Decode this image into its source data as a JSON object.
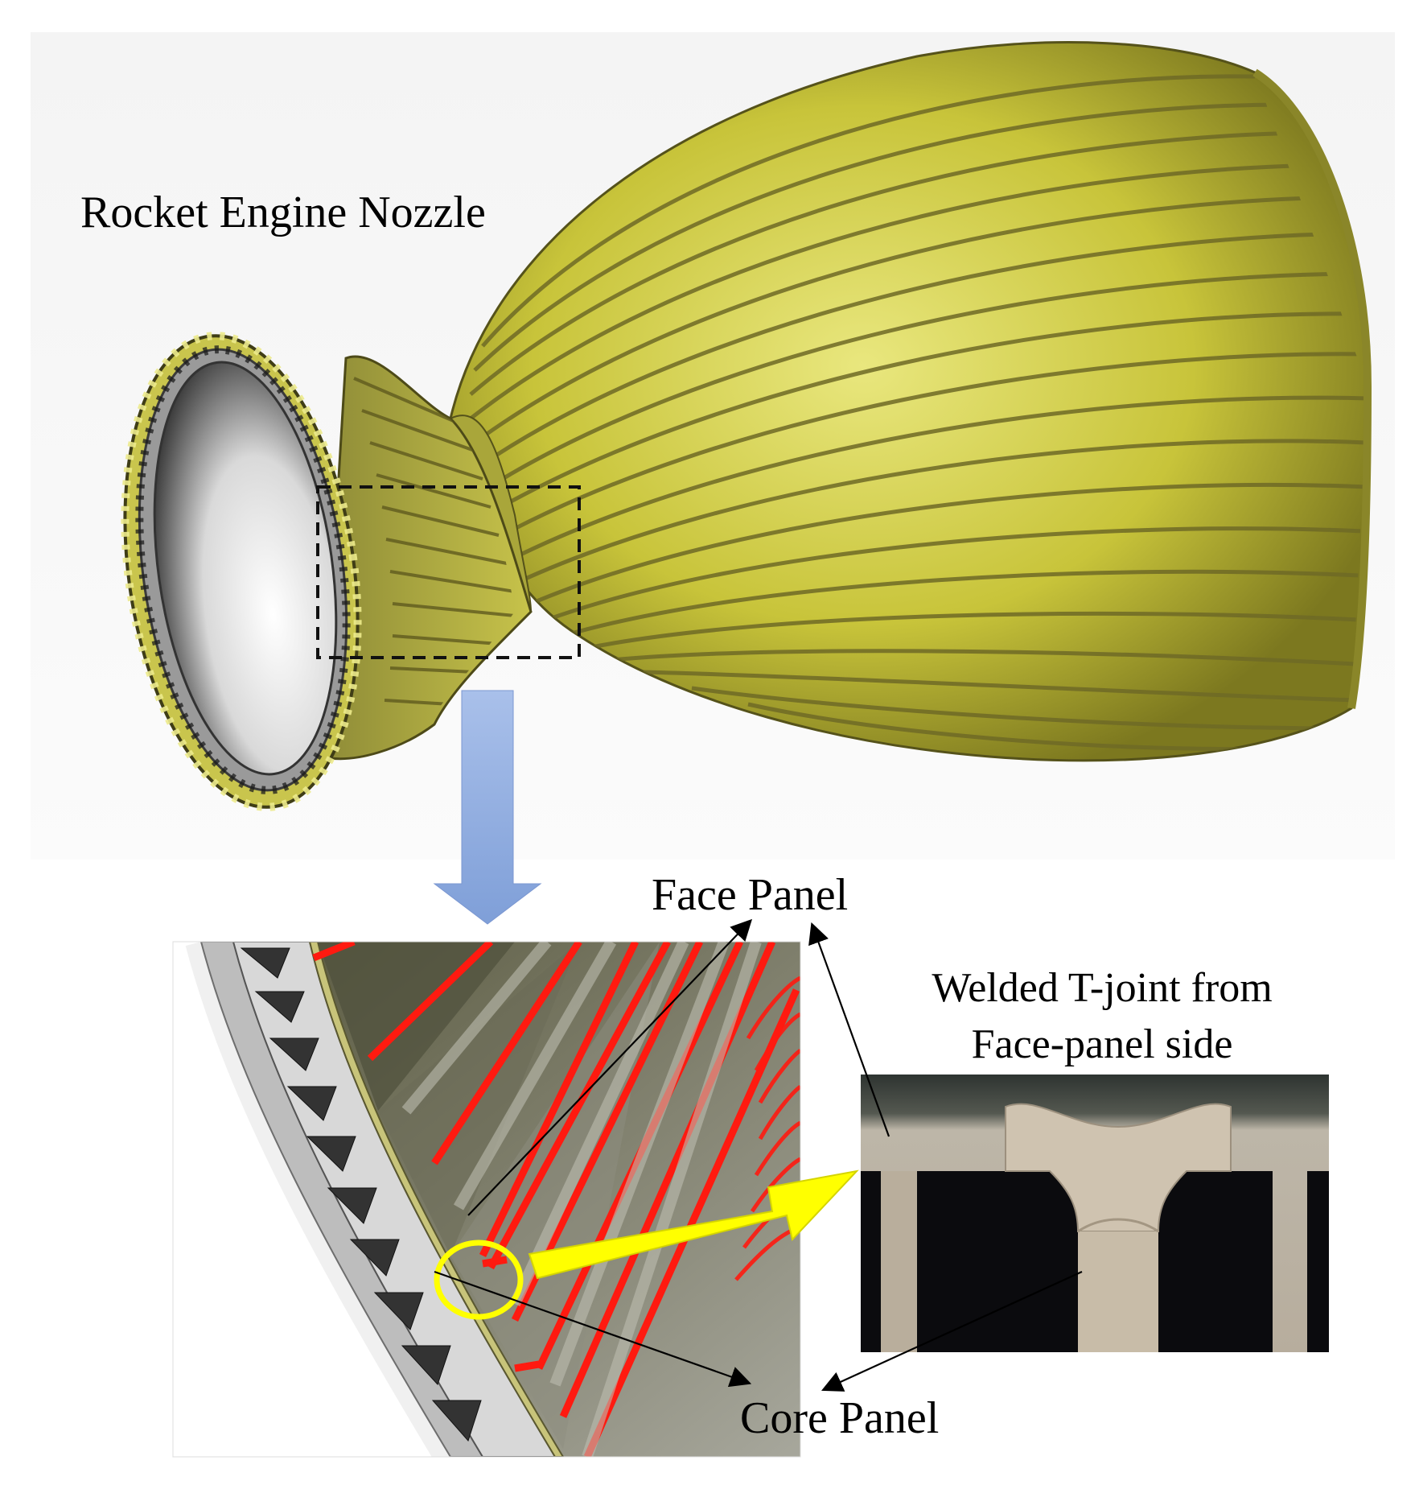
{
  "labels": {
    "nozzle_title": "Rocket Engine Nozzle",
    "face_panel": "Face Panel",
    "welded_line1": "Welded T-joint from",
    "welded_line2": "Face-panel side",
    "core_panel": "Core Panel"
  },
  "colors": {
    "nozzle_surface": "#c8c43a",
    "nozzle_groove": "#6f6a26",
    "highlight_red": "#ff1a10",
    "callout_arrow": "#ffff00",
    "down_arrow": "#8eaadf",
    "weld_metal": "#c9b9a4",
    "weld_background": "#0c0c10"
  }
}
